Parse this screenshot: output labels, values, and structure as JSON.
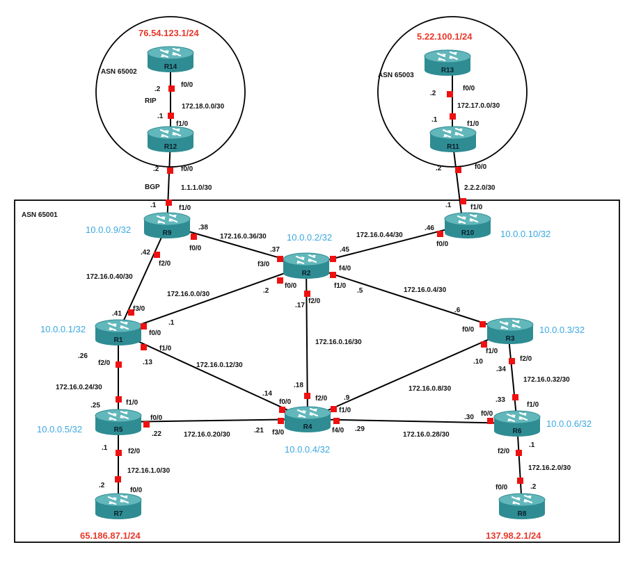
{
  "colors": {
    "port": "#ee1111",
    "loopback": "#3aa7e0",
    "external_network": "#e8382a",
    "router_body": "#2f8c93",
    "router_top": "#62b7bb"
  },
  "areas": {
    "main": "ASN 65001",
    "left_cloud": "ASN 65002",
    "right_cloud": "ASN 65003"
  },
  "external_networks": {
    "r14": "76.54.123.1/24",
    "r13": "5.22.100.1/24",
    "r7": "65.186.87.1/24",
    "r8": "137.98.2.1/24"
  },
  "routers": [
    {
      "id": "r14",
      "name": "R14",
      "icon": "router-icon"
    },
    {
      "id": "r12",
      "name": "R12",
      "icon": "router-icon"
    },
    {
      "id": "r13",
      "name": "R13",
      "icon": "router-icon"
    },
    {
      "id": "r11",
      "name": "R11",
      "icon": "router-icon"
    },
    {
      "id": "r9",
      "name": "R9",
      "icon": "router-icon",
      "loopback": "10.0.0.9/32"
    },
    {
      "id": "r2",
      "name": "R2",
      "icon": "router-icon",
      "loopback": "10.0.0.2/32"
    },
    {
      "id": "r10",
      "name": "R10",
      "icon": "router-icon",
      "loopback": "10.0.0.10/32"
    },
    {
      "id": "r1",
      "name": "R1",
      "icon": "router-icon",
      "loopback": "10.0.0.1/32"
    },
    {
      "id": "r3",
      "name": "R3",
      "icon": "router-icon",
      "loopback": "10.0.0.3/32"
    },
    {
      "id": "r5",
      "name": "R5",
      "icon": "router-icon",
      "loopback": "10.0.0.5/32"
    },
    {
      "id": "r4",
      "name": "R4",
      "icon": "router-icon",
      "loopback": "10.0.0.4/32"
    },
    {
      "id": "r6",
      "name": "R6",
      "icon": "router-icon",
      "loopback": "10.0.0.6/32"
    },
    {
      "id": "r7",
      "name": "R7",
      "icon": "router-icon"
    },
    {
      "id": "r8",
      "name": "R8",
      "icon": "router-icon"
    }
  ],
  "links": [
    {
      "id": "r14-r12",
      "subnet": "172.18.0.0/30",
      "protocol": "RIP",
      "a": {
        "iface": "f0/0",
        "host": ".2"
      },
      "b": {
        "iface": "f1/0",
        "host": ".1"
      }
    },
    {
      "id": "r13-r11",
      "subnet": "172.17.0.0/30",
      "a": {
        "iface": "f0/0",
        "host": ".2"
      },
      "b": {
        "iface": "f1/0",
        "host": ".1"
      }
    },
    {
      "id": "r12-r9",
      "subnet": "1.1.1.0/30",
      "protocol": "BGP",
      "a": {
        "iface": "f0/0",
        "host": ".2"
      },
      "b": {
        "iface": "f1/0",
        "host": ".1"
      }
    },
    {
      "id": "r11-r10",
      "subnet": "2.2.2.0/30",
      "a": {
        "iface": "f0/0",
        "host": ".2"
      },
      "b": {
        "iface": "f1/0",
        "host": ".1"
      }
    },
    {
      "id": "r9-r2",
      "subnet": "172.16.0.36/30",
      "a": {
        "iface": "f0/0",
        "host": ".38"
      },
      "b": {
        "iface": "f3/0",
        "host": ".37"
      }
    },
    {
      "id": "r2-r10",
      "subnet": "172.16.0.44/30",
      "a": {
        "iface": "f4/0",
        "host": ".45"
      },
      "b": {
        "iface": "f0/0",
        "host": ".46"
      }
    },
    {
      "id": "r9-r1",
      "subnet": "172.16.0.40/30",
      "a": {
        "iface": "f2/0",
        "host": ".42"
      },
      "b": {
        "iface": "f3/0",
        "host": ".41"
      }
    },
    {
      "id": "r2-r1",
      "subnet": "172.16.0.0/30",
      "a": {
        "iface": "f0/0",
        "host": ".2"
      },
      "b": {
        "iface": "f0/0",
        "host": ".1"
      }
    },
    {
      "id": "r2-r4",
      "subnet": "172.16.0.16/30",
      "a": {
        "iface": "f2/0",
        "host": ".17"
      },
      "b": {
        "iface": "f2/0",
        "host": ".18"
      }
    },
    {
      "id": "r2-r3",
      "subnet": "172.16.0.4/30",
      "a": {
        "iface": "f1/0",
        "host": ".5"
      },
      "b": {
        "iface": "f0/0",
        "host": ".6"
      }
    },
    {
      "id": "r1-r4",
      "subnet": "172.16.0.12/30",
      "a": {
        "iface": "f1/0",
        "host": ".13"
      },
      "b": {
        "iface": "f0/0",
        "host": ".14"
      }
    },
    {
      "id": "r1-r5",
      "subnet": "172.16.0.24/30",
      "a": {
        "iface": "f2/0",
        "host": ".26"
      },
      "b": {
        "iface": "f1/0",
        "host": ".25"
      }
    },
    {
      "id": "r3-r4",
      "subnet": "172.16.0.8/30",
      "a": {
        "iface": "f1/0",
        "host": ".10"
      },
      "b": {
        "iface": "f1/0",
        "host": ".9"
      }
    },
    {
      "id": "r3-r6",
      "subnet": "172.16.0.32/30",
      "a": {
        "iface": "f2/0",
        "host": ".34"
      },
      "b": {
        "iface": "f1/0",
        "host": ".33"
      }
    },
    {
      "id": "r5-r4",
      "subnet": "172.16.0.20/30",
      "a": {
        "iface": "f0/0",
        "host": ".22"
      },
      "b": {
        "iface": "f3/0",
        "host": ".21"
      }
    },
    {
      "id": "r4-r6",
      "subnet": "172.16.0.28/30",
      "a": {
        "iface": "f4/0",
        "host": ".29"
      },
      "b": {
        "iface": "f0/0",
        "host": ".30"
      }
    },
    {
      "id": "r5-r7",
      "subnet": "172.16.1.0/30",
      "a": {
        "iface": "f2/0",
        "host": ".1"
      },
      "b": {
        "iface": "f0/0",
        "host": ".2"
      }
    },
    {
      "id": "r6-r8",
      "subnet": "172.16.2.0/30",
      "a": {
        "iface": "f2/0",
        "host": ".1"
      },
      "b": {
        "iface": "f0/0",
        "host": ".2"
      }
    }
  ]
}
